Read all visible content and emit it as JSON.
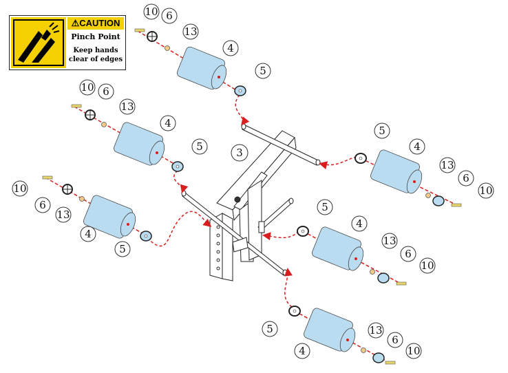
{
  "caution": {
    "header": "CAUTION",
    "line1": "Pinch Point",
    "line2": "Keep hands clear of edges"
  },
  "callouts": {
    "c1": {
      "n10": "10",
      "n6": "6",
      "n13": "13",
      "n4": "4",
      "n5": "5"
    },
    "c2": {
      "n10": "10",
      "n6": "6",
      "n13": "13",
      "n4": "4",
      "n5": "5"
    },
    "c3": {
      "n10": "10",
      "n6": "6",
      "n13": "13",
      "n4": "4",
      "n5": "5"
    },
    "c4": {
      "n10": "10",
      "n6": "6",
      "n13": "13",
      "n4": "4",
      "n5": "5"
    },
    "c5": {
      "n10": "10",
      "n6": "6",
      "n13": "13",
      "n4": "4",
      "n5": "5"
    },
    "c6": {
      "n10": "10",
      "n6": "6",
      "n13": "13",
      "n4": "4",
      "n5": "5"
    },
    "frame": "3"
  },
  "colors": {
    "roller": "#b9dcf0",
    "arrow": "#d81e1e",
    "caution_yellow": "#f5d000"
  }
}
